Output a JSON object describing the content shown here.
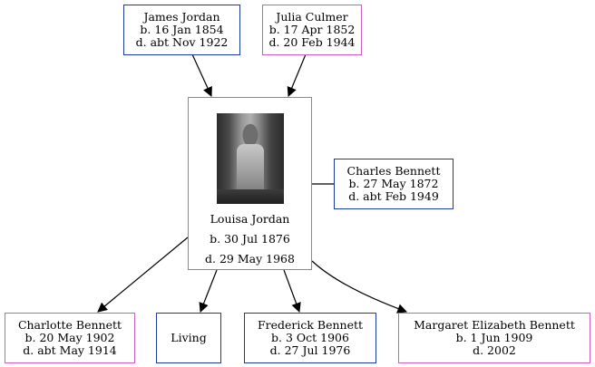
{
  "father": {
    "name": "James Jordan",
    "birth": "b. 16 Jan 1854",
    "death": "d. abt Nov 1922"
  },
  "mother": {
    "name": "Julia Culmer",
    "birth": "b. 17 Apr 1852",
    "death": "d. 20 Feb 1944"
  },
  "focus": {
    "name": "Louisa Jordan",
    "birth": "b. 30 Jul 1876",
    "death": "d. 29 May 1968"
  },
  "spouse": {
    "name": "Charles Bennett",
    "birth": "b. 27 May 1872",
    "death": "d. abt Feb 1949"
  },
  "children": [
    {
      "name": "Charlotte Bennett",
      "birth": "b. 20 May 1902",
      "death": "d. abt May 1914"
    },
    {
      "name": "Living"
    },
    {
      "name": "Frederick Bennett",
      "birth": "b. 3 Oct 1906",
      "death": "d. 27 Jul 1976"
    },
    {
      "name": "Margaret Elizabeth Bennett",
      "birth": "b. 1 Jun 1909",
      "death": "d. 2002"
    }
  ],
  "colors": {
    "male_border": "#1a3a9c",
    "female_border": "#cc5fbd",
    "edge": "#000000"
  }
}
